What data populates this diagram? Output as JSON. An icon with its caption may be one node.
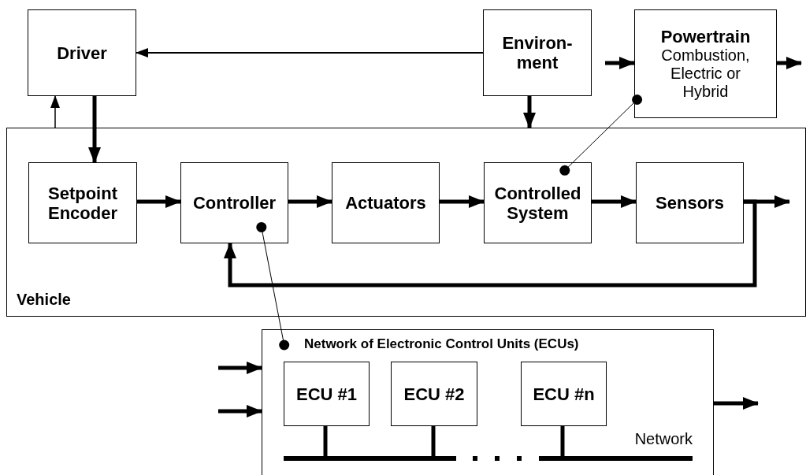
{
  "diagram": {
    "nodes": [
      {
        "text": [
          "Driver"
        ]
      },
      {
        "text": [
          "Environ- ment"
        ]
      },
      {
        "text": [
          "Powertrain",
          "Combustion, Electric or Hybrid"
        ]
      },
      {
        "text": [
          "Vehicle"
        ]
      },
      {
        "text": [
          "Setpoint Encoder"
        ],
        "in": 3
      },
      {
        "text": [
          "Controller"
        ],
        "in": 3
      },
      {
        "text": [
          "Actuators"
        ],
        "in": 3
      },
      {
        "text": [
          "Controlled System"
        ],
        "in": 3
      },
      {
        "text": [
          "Sensors"
        ],
        "in": 3
      },
      {
        "text": [
          "Network of Electronic Control Units (ECUs)"
        ]
      },
      {
        "text": [
          "ECU #1"
        ],
        "in": 9
      },
      {
        "text": [
          "ECU #2"
        ],
        "in": 9
      },
      {
        "text": [
          "ECU #n"
        ],
        "in": 9
      },
      {
        "text": [
          "Network"
        ],
        "in": 9
      }
    ],
    "edges": [
      {
        "from": 1,
        "to": 0,
        "arrow": "to"
      },
      {
        "from": 3,
        "to": 0,
        "arrow": "to"
      },
      {
        "from": 0,
        "to": 4,
        "arrow": "to"
      },
      {
        "from": 1,
        "to": 3,
        "arrow": "to"
      },
      {
        "from": null,
        "to": 2,
        "arrow": "to"
      },
      {
        "from": 2,
        "to": null,
        "arrow": "to"
      },
      {
        "from": 2,
        "to": 7,
        "arrow": "other"
      },
      {
        "from": 4,
        "to": 5,
        "arrow": "to"
      },
      {
        "from": 5,
        "to": 6,
        "arrow": "to"
      },
      {
        "from": 6,
        "to": 7,
        "arrow": "to"
      },
      {
        "from": 7,
        "to": 8,
        "arrow": "to"
      },
      {
        "from": 8,
        "to": null,
        "arrow": "to"
      },
      {
        "from": 8,
        "to": 5,
        "arrow": "to"
      },
      {
        "from": 5,
        "to": 9,
        "arrow": "other"
      },
      {
        "from": null,
        "to": 9,
        "arrow": "to"
      },
      {
        "from": null,
        "to": 9,
        "arrow": "to"
      },
      {
        "from": 9,
        "to": null,
        "arrow": "to"
      },
      {
        "from": 10,
        "to": 13,
        "arrow": "none"
      },
      {
        "from": 11,
        "to": 13,
        "arrow": "none"
      },
      {
        "from": 12,
        "to": 13,
        "arrow": "none"
      }
    ]
  }
}
